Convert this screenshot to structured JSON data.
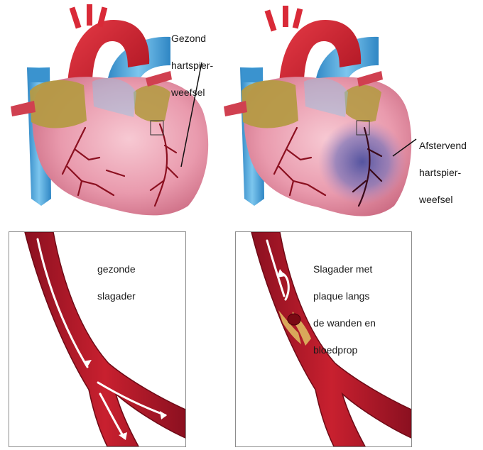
{
  "heart_left": {
    "label_line1": "Gezond",
    "label_line2": "hartspier-",
    "label_line3": "weefsel"
  },
  "heart_right": {
    "label_line1": "Afstervend",
    "label_line2": "hartspier-",
    "label_line3": "weefsel"
  },
  "artery_left": {
    "label_line1": "gezonde",
    "label_line2": "slagader"
  },
  "artery_right": {
    "label_line1": "Slagader met",
    "label_line2": "plaque langs",
    "label_line3": "de wanden en",
    "label_line4": "bloedprop"
  },
  "colors": {
    "heart_pink": "#e8a3b3",
    "aorta_red": "#c8202f",
    "vein_blue": "#4aa6d8",
    "atrium_khaki": "#b59a45",
    "vessel_dark": "#8b1020",
    "dying_tissue": "#5b5fa8",
    "plaque": "#d9a85a"
  }
}
